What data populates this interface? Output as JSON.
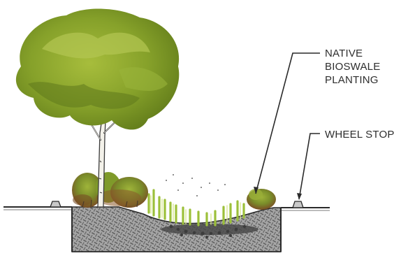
{
  "callouts": {
    "native": {
      "lines": [
        "NATIVE",
        "BIOSWALE",
        "PLANTING"
      ]
    },
    "wheel_stop": {
      "text": "WHEEL STOP"
    }
  },
  "colors": {
    "foliage_dark": "#6f8a1e",
    "foliage_mid": "#8fa82c",
    "foliage_light": "#b9c95a",
    "shrub_brown": "#8a5a2a",
    "grass": "#b8d35a",
    "soil": "#8f8f8f",
    "pavement": "#9a9a9a",
    "line": "#2a2a2a"
  }
}
